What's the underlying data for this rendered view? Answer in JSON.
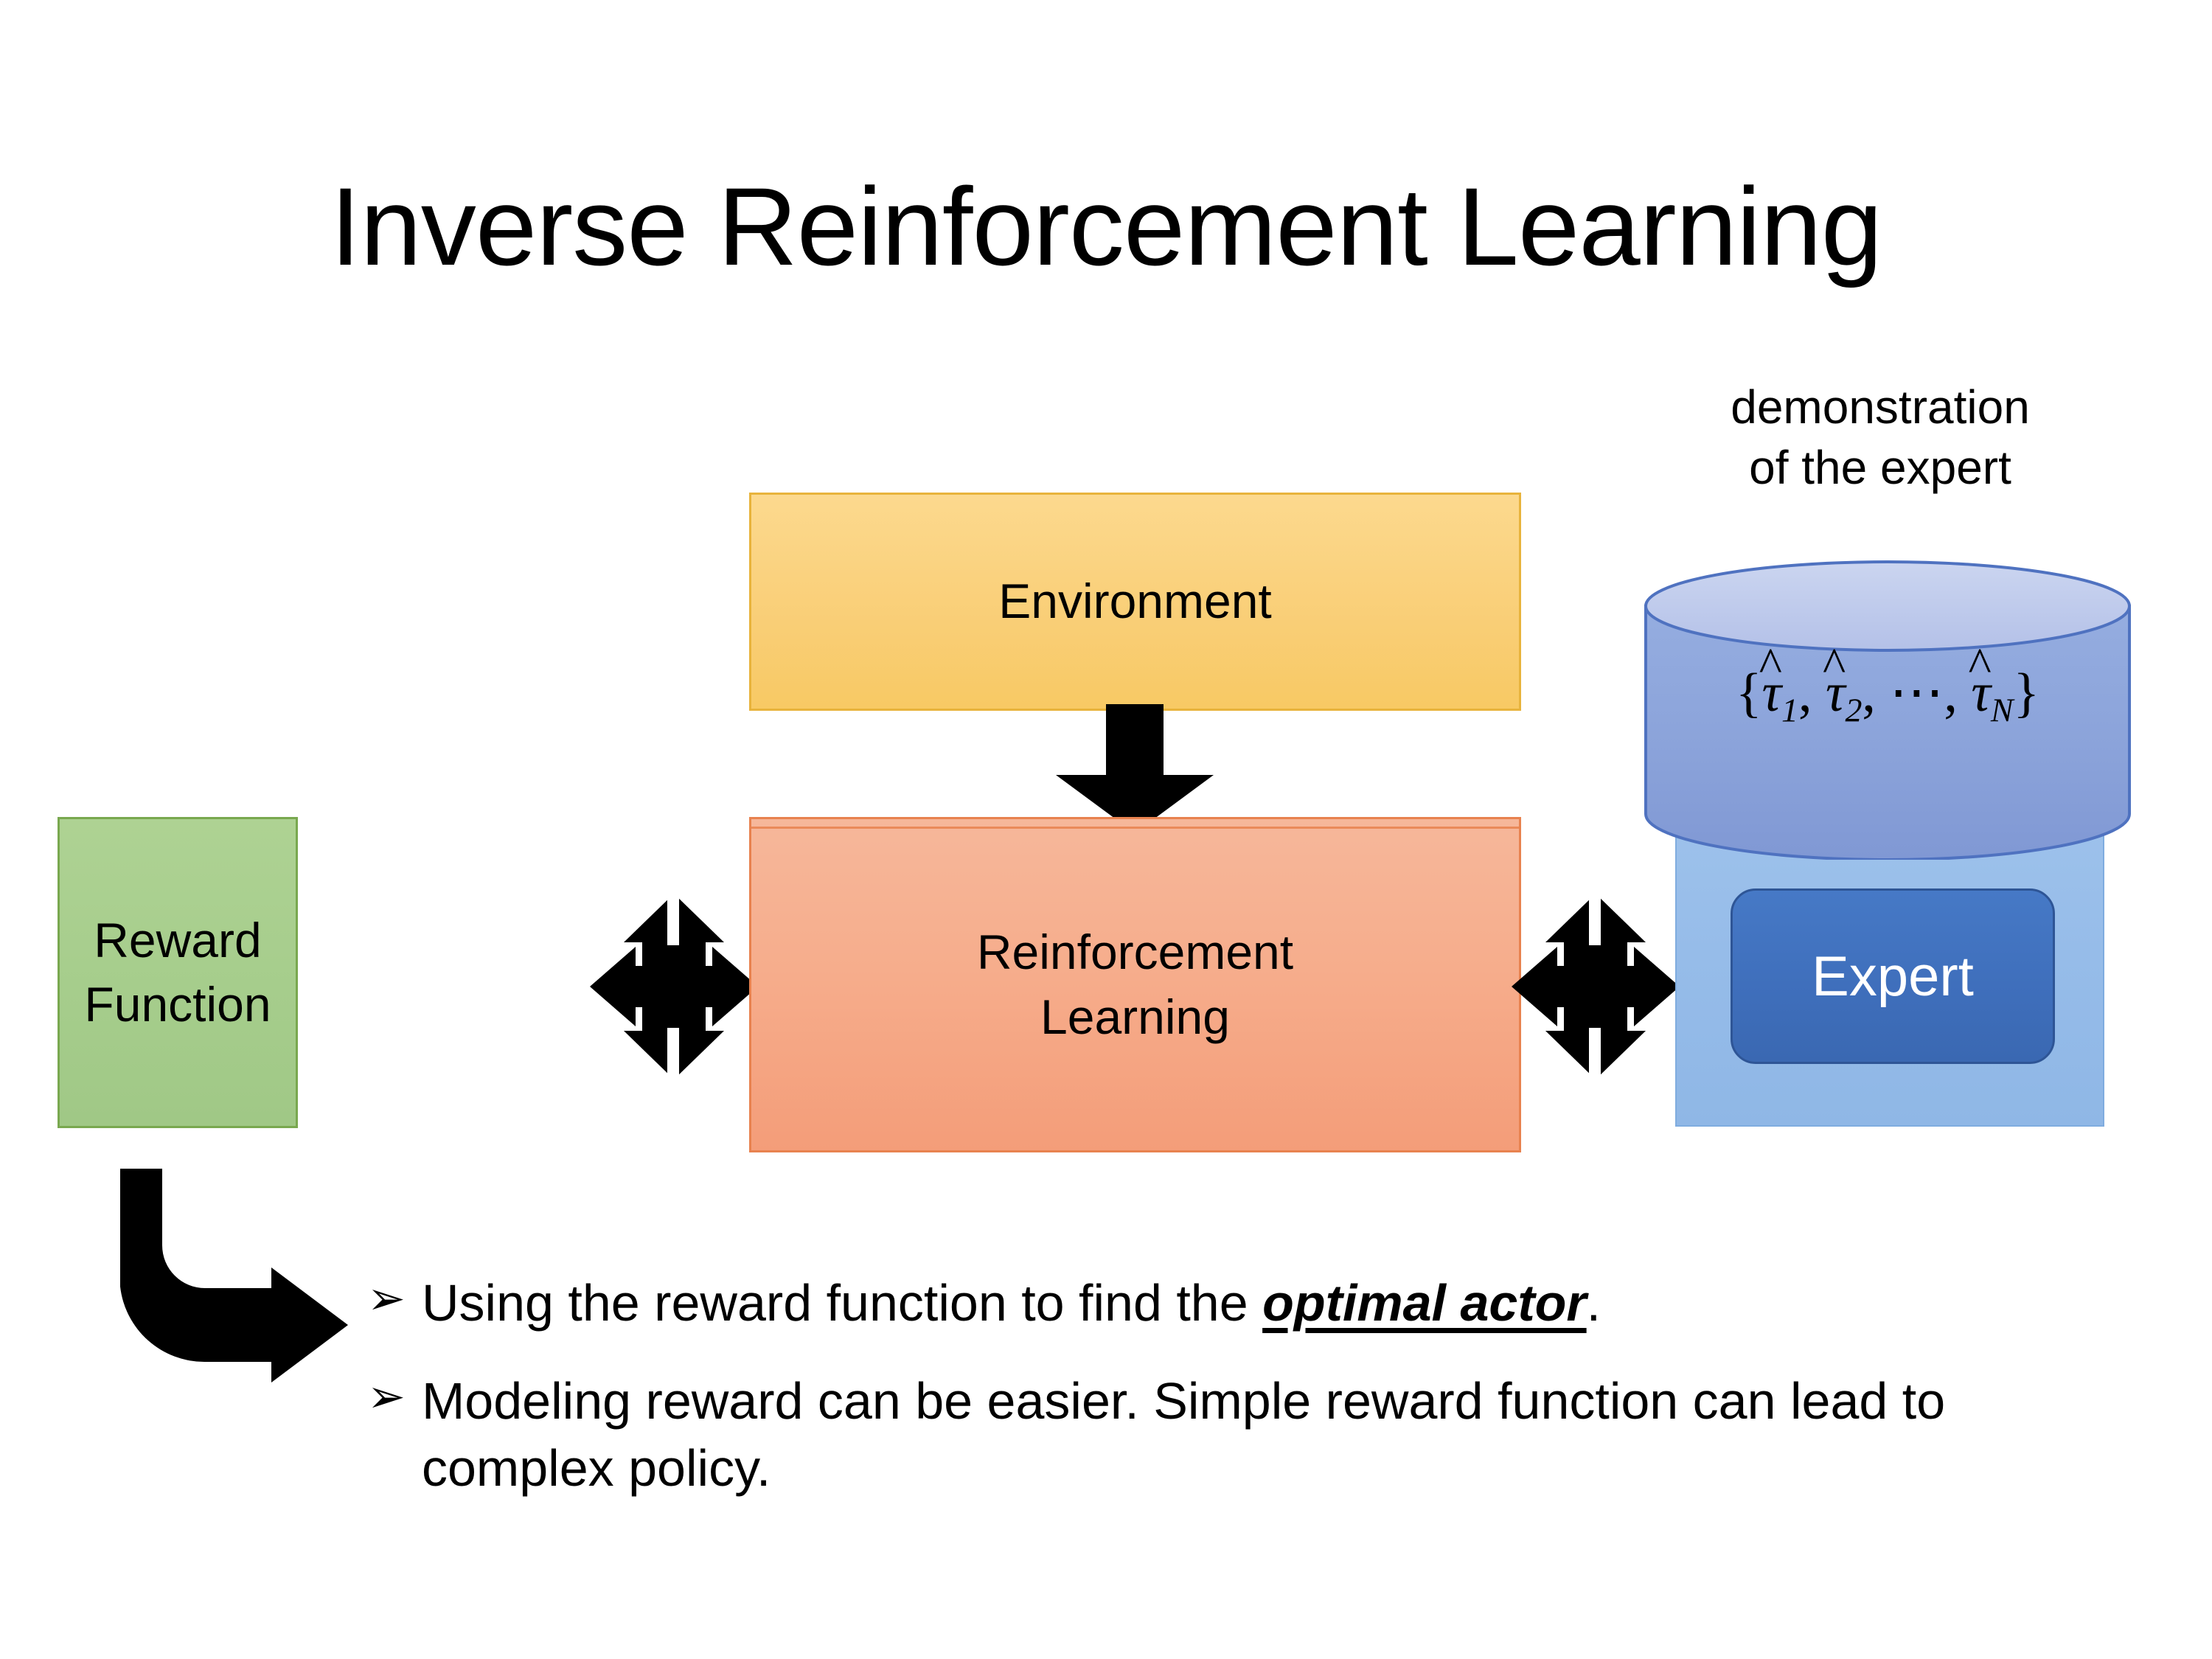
{
  "slide": {
    "title": "Inverse Reinforcement Learning",
    "background_color": "#FFFFFF"
  },
  "diagram": {
    "nodes": [
      {
        "id": "environment",
        "label": "Environment",
        "fill_color": "#F9CE76",
        "border_color": "#E8B33C",
        "text_color": "#000000"
      },
      {
        "id": "reward-function",
        "label": "Reward\nFunction",
        "label_line1": "Reward",
        "label_line2": "Function",
        "fill_color": "#A6CD8C",
        "border_color": "#79A84F",
        "text_color": "#000000"
      },
      {
        "id": "reinforcement-learning",
        "label_line1": "Reinforcement",
        "label_line2": "Learning",
        "fill_color": "#F4A482",
        "border_color": "#E8824F",
        "text_color": "#000000"
      },
      {
        "id": "expert",
        "label": "Expert",
        "fill_color": "#3F6FBC",
        "border_color": "#2E5596",
        "text_color": "#FFFFFF"
      }
    ],
    "expert_group": {
      "caption_line1": "demonstration",
      "caption_line2": "of the expert",
      "backdrop_fill": "#96BCE9",
      "backdrop_border": "#7FACDF",
      "cylinder_body_fill": "#8EA7DC",
      "cylinder_top_fill": "#C3CEEC",
      "cylinder_border": "#4F72C0",
      "trajectory_set": "{τ̂₁, τ̂₂, ⋯, τ̂_N}",
      "trajectory_tokens": {
        "open_brace": "{",
        "tau": "τ",
        "hat": "^",
        "sub1": "1",
        "sub2": "2",
        "subN": "N",
        "comma": ",",
        "ellipsis": "⋯",
        "close_brace": "}"
      }
    },
    "connectors": [
      {
        "id": "environment-to-rl",
        "type": "down-arrow",
        "color": "#000000"
      },
      {
        "id": "reward-to-rl",
        "type": "bidirectional-arrow",
        "color": "#000000"
      },
      {
        "id": "rl-to-expert",
        "type": "bidirectional-arrow",
        "color": "#000000"
      },
      {
        "id": "reward-to-bullets",
        "type": "elbow-arrow",
        "color": "#000000"
      }
    ]
  },
  "bullets": {
    "marker": "➢",
    "items": [
      {
        "prefix": "Using the reward function to find the ",
        "emphasis": "optimal actor",
        "suffix": "."
      },
      {
        "prefix": "Modeling reward can be easier. Simple reward function can lead to complex policy.",
        "emphasis": "",
        "suffix": ""
      }
    ]
  }
}
